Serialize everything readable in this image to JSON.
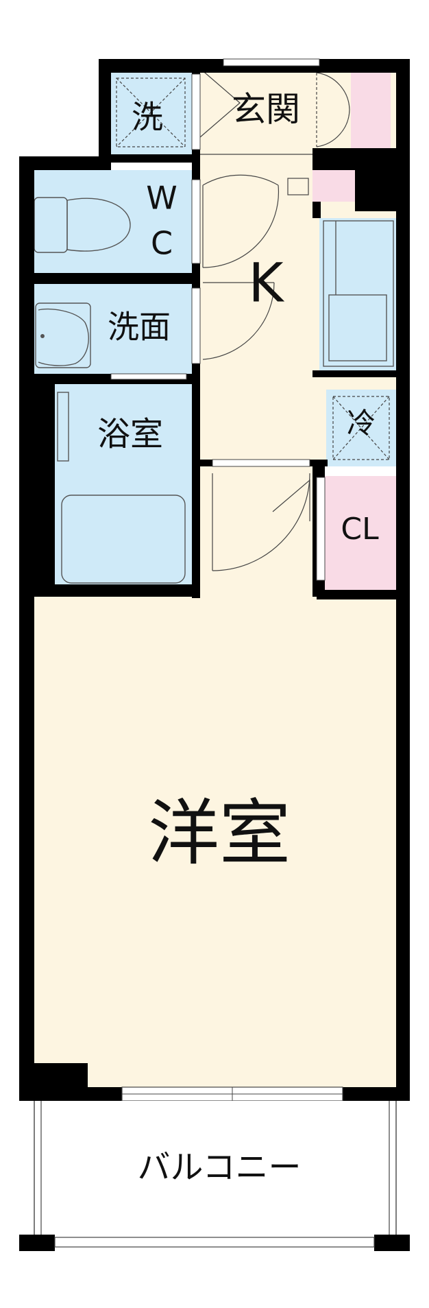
{
  "colors": {
    "wall": "#000000",
    "floor_cream": "#fdf5e1",
    "wet_blue": "#cfeaf8",
    "storage_pink": "#f9dbe6",
    "balcony_white": "#ffffff"
  },
  "rooms": {
    "laundry": "洗",
    "entrance": "玄関",
    "toilet_w": "W",
    "toilet_c": "C",
    "washroom": "洗面",
    "kitchen": "K",
    "bathroom": "浴室",
    "fridge": "冷",
    "closet": "CL",
    "western_room": "洋室",
    "balcony": "バルコニー"
  }
}
